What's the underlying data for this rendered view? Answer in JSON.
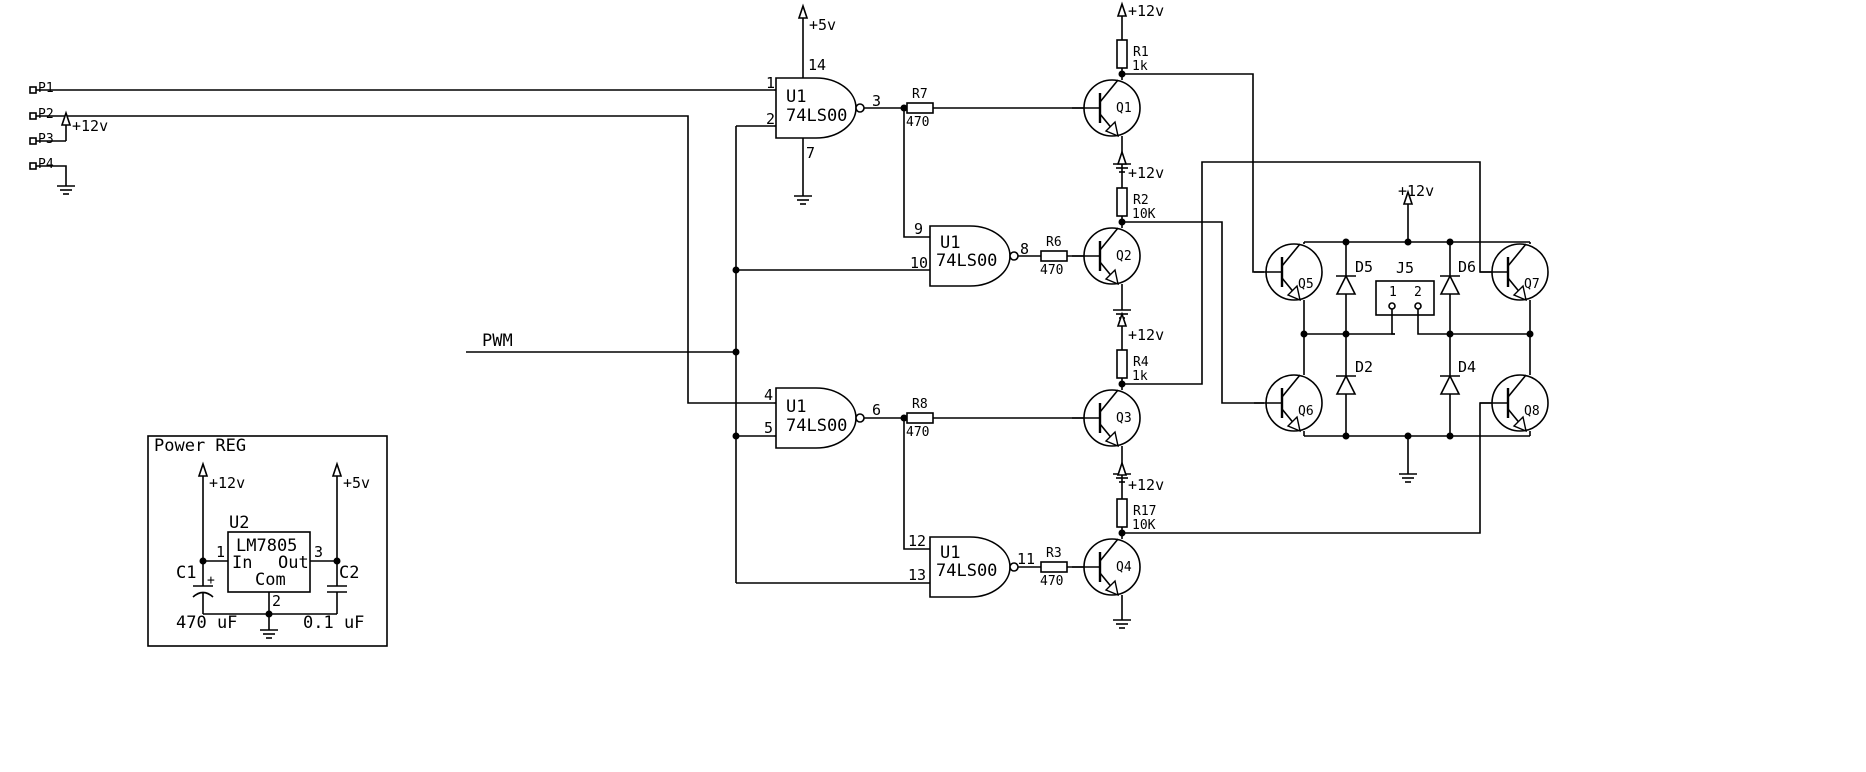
{
  "connector_pins": [
    "P1",
    "P2",
    "P3",
    "P4"
  ],
  "supply_labels": {
    "v12": "+12v",
    "v5": "+5v"
  },
  "net_labels": {
    "pwm": "PWM"
  },
  "gates": [
    {
      "ref": "U1",
      "part": "74LS00",
      "pins": [
        "1",
        "2",
        "3"
      ],
      "vcc_pin": "14",
      "gnd_pin": "7"
    },
    {
      "ref": "U1",
      "part": "74LS00",
      "pins": [
        "9",
        "10",
        "8"
      ]
    },
    {
      "ref": "U1",
      "part": "74LS00",
      "pins": [
        "4",
        "5",
        "6"
      ]
    },
    {
      "ref": "U1",
      "part": "74LS00",
      "pins": [
        "12",
        "13",
        "11"
      ]
    }
  ],
  "resistors": [
    {
      "ref": "R7",
      "value": "470"
    },
    {
      "ref": "R6",
      "value": "470"
    },
    {
      "ref": "R8",
      "value": "470"
    },
    {
      "ref": "R3",
      "value": "470"
    },
    {
      "ref": "R1",
      "value": "1k"
    },
    {
      "ref": "R2",
      "value": "10K"
    },
    {
      "ref": "R4",
      "value": "1k"
    },
    {
      "ref": "R17",
      "value": "10K"
    }
  ],
  "transistors": [
    "Q1",
    "Q2",
    "Q3",
    "Q4",
    "Q5",
    "Q6",
    "Q7",
    "Q8"
  ],
  "diodes": [
    "D5",
    "D6",
    "D2",
    "D4"
  ],
  "motor_connector": {
    "ref": "J5",
    "pins": [
      "1",
      "2"
    ]
  },
  "power_reg": {
    "title": "Power REG",
    "ref": "U2",
    "part": "LM7805",
    "in_label": "In",
    "out_label": "Out",
    "com_label": "Com",
    "pins": [
      "1",
      "3",
      "2"
    ],
    "c1": {
      "ref": "C1",
      "value": "470 uF"
    },
    "c2": {
      "ref": "C2",
      "value": "0.1 uF"
    }
  }
}
